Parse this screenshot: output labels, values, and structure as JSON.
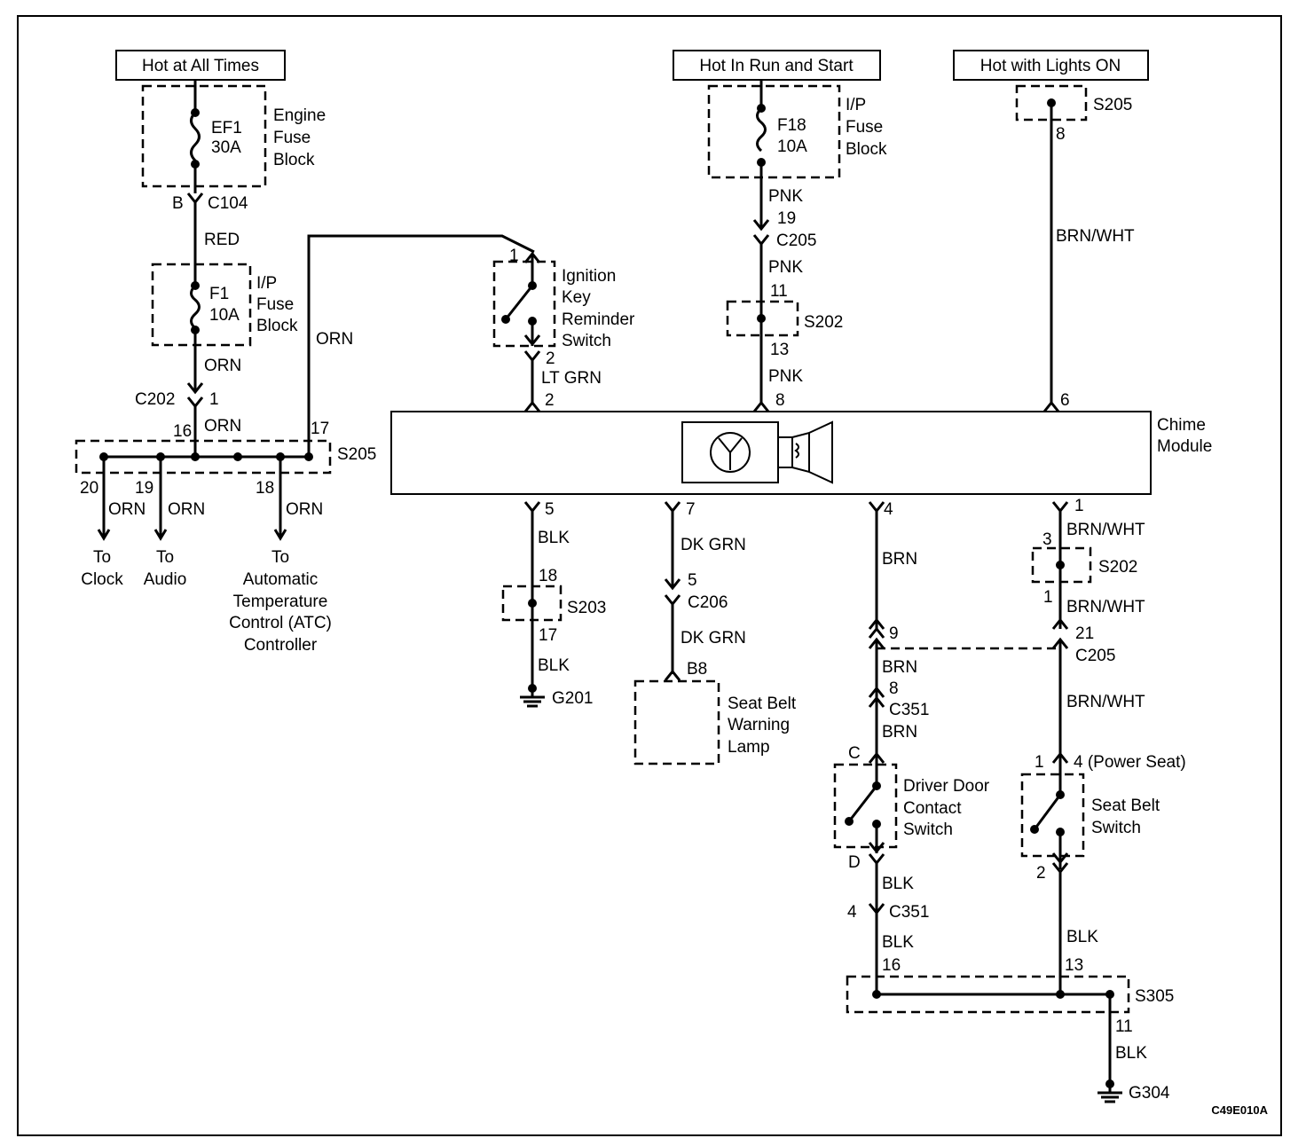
{
  "sources": {
    "hot_all_times": "Hot at All Times",
    "hot_run_start": "Hot In Run and Start",
    "hot_lights_on": "Hot with Lights ON"
  },
  "fuses": {
    "ef1": "EF1",
    "ef1_rating": "30A",
    "engine_block": [
      "Engine",
      "Fuse",
      "Block"
    ],
    "f1": "F1",
    "f1_rating": "10A",
    "ip_block": [
      "I/P",
      "Fuse",
      "Block"
    ],
    "f18": "F18",
    "f18_rating": "10A"
  },
  "components": {
    "ignition_key_switch": [
      "Ignition",
      "Key",
      "Reminder",
      "Switch"
    ],
    "chime_module": [
      "Chime",
      "Module"
    ],
    "seat_belt_lamp": [
      "Seat Belt",
      "Warning",
      "Lamp"
    ],
    "driver_door_switch": [
      "Driver Door",
      "Contact",
      "Switch"
    ],
    "seat_belt_switch": [
      "Seat Belt",
      "Switch"
    ],
    "to_clock": [
      "To",
      "Clock"
    ],
    "to_audio": [
      "To",
      "Audio"
    ],
    "to_atc": [
      "To",
      "Automatic",
      "Temperature",
      "Control (ATC)",
      "Controller"
    ]
  },
  "connectors": {
    "c104": "C104",
    "c104_pin": "B",
    "c202": "C202",
    "c202_pin": "1",
    "c205a": "C205",
    "c205a_pin": "19",
    "c205b": "C205",
    "c205b_pin_9": "9",
    "c205b_pin_21": "21",
    "c206": "C206",
    "c206_pin": "5",
    "c351a": "C351",
    "c351a_pin": "8",
    "c351b": "C351",
    "c351b_pin": "4",
    "b8": "B8",
    "switch_pin_1": "1",
    "switch_pin_2": "2",
    "door_pin_c": "C",
    "door_pin_d": "D",
    "belt_pin_1": "1",
    "belt_pin_4": "4 (Power Seat)",
    "belt_pin_2": "2",
    "module_pin_2": "2",
    "module_pin_8": "8",
    "module_pin_6": "6",
    "module_pin_5": "5",
    "module_pin_7": "7",
    "module_pin_4": "4",
    "module_pin_1": "1"
  },
  "splices": {
    "s205_top": "S205",
    "s205_top_pin": "8",
    "s205_left": "S205",
    "s205_16": "16",
    "s205_17": "17",
    "s205_20": "20",
    "s205_19": "19",
    "s205_18": "18",
    "s202_top": "S202",
    "s202_top_11": "11",
    "s202_top_13": "13",
    "s203": "S203",
    "s203_18": "18",
    "s203_17": "17",
    "s202_right": "S202",
    "s202_right_3": "3",
    "s202_right_1": "1",
    "s305": "S305",
    "s305_16": "16",
    "s305_13": "13",
    "s305_11": "11"
  },
  "wires": {
    "red": "RED",
    "orn": "ORN",
    "lt_grn": "LT GRN",
    "pnk": "PNK",
    "brn_wht": "BRN/WHT",
    "blk": "BLK",
    "dk_grn": "DK GRN",
    "brn": "BRN"
  },
  "grounds": {
    "g201": "G201",
    "g304": "G304"
  },
  "figure_id": "C49E010A"
}
